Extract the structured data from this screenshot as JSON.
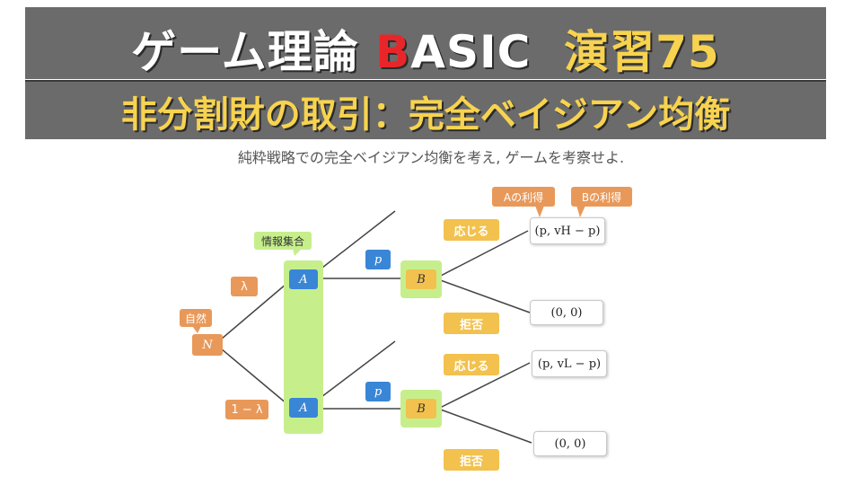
{
  "header": {
    "title_main": "ゲーム理論 ",
    "title_b": "B",
    "title_rest": "ASIC",
    "title_exercise": "演習75",
    "subtitle": "非分割財の取引：完全ベイジアン均衡"
  },
  "instruction": "純粋戦略での完全ベイジアン均衡を考え, ゲームを考察せよ.",
  "tree": {
    "nature_label": "自然",
    "nature_node": "N",
    "info_set_label": "情報集合",
    "prob_top": "λ",
    "prob_bottom": "1 − λ",
    "player_a_top": "A",
    "player_a_bottom": "A",
    "price_top": "p",
    "price_bottom": "p",
    "player_b_top": "B",
    "player_b_bottom": "B",
    "accept_top": "応じる",
    "reject_top": "拒否",
    "accept_bottom": "応じる",
    "reject_bottom": "拒否",
    "payoff_label_a": "Aの利得",
    "payoff_label_b": "Bの利得",
    "payoff_1": "(p, vH − p)",
    "payoff_2": "(0, 0)",
    "payoff_3": "(p, vL − p)",
    "payoff_4": "(0, 0)"
  },
  "colors": {
    "header_bg": "#6b6b6b",
    "title_yellow": "#f7d34f",
    "title_red": "#e8262a",
    "info_set_green": "#c6ef8c",
    "player_a_blue": "#3a86d6",
    "player_b_yellow": "#f2c14e",
    "nature_orange": "#e8995a"
  }
}
